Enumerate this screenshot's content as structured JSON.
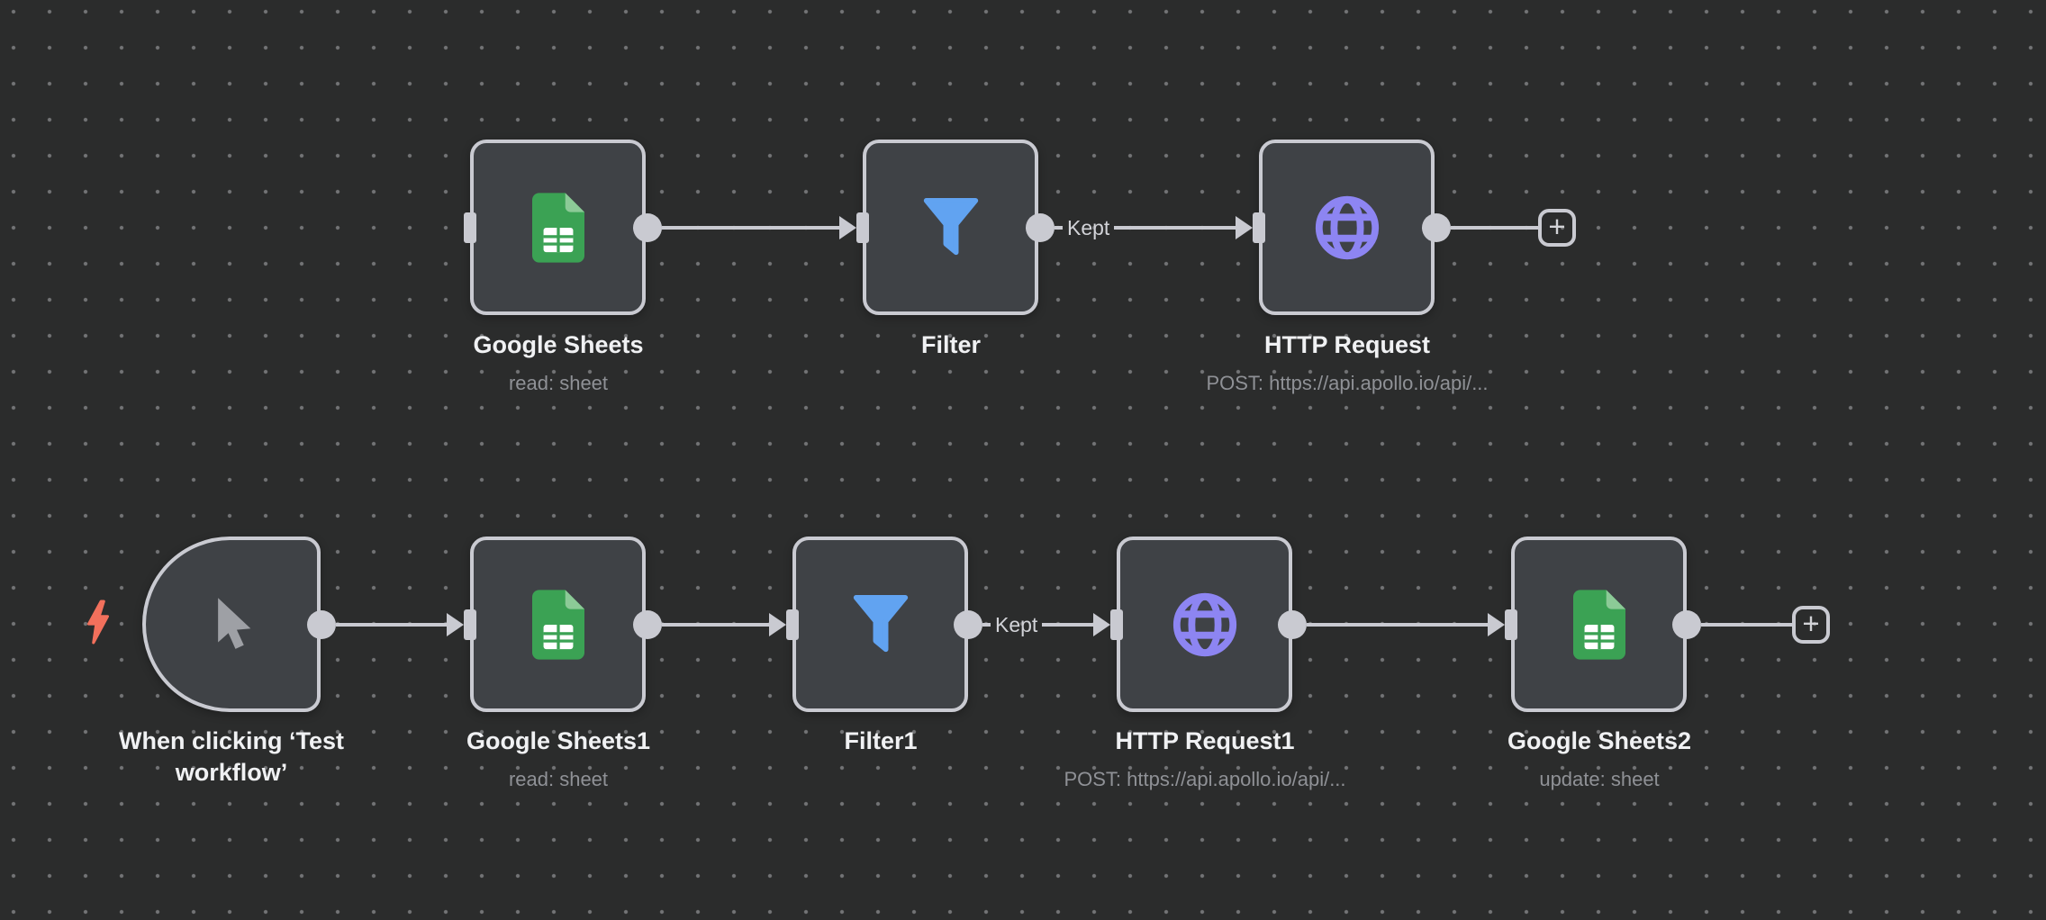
{
  "app": "n8n-workflow-canvas",
  "canvas": {
    "background_color": "#2b2c2c",
    "grid_dot_color": "#737476",
    "node_fill": "#3f4246",
    "node_border_color": "#c9cad1",
    "title_color": "#f0f1f3",
    "subtitle_color": "#8f9196"
  },
  "icon_colors": {
    "google_sheets_green": "#3ba254",
    "google_sheets_fold": "#8cca97",
    "filter_blue": "#61a3f1",
    "globe_purple": "#8d85f2",
    "cursor_gray": "#9ea0a5",
    "lightning_coral": "#f2705c"
  },
  "ui": {
    "add_node_plus": "+"
  },
  "nodes": {
    "google_sheets": {
      "label": "Google Sheets",
      "sublabel": "read: sheet"
    },
    "filter": {
      "label": "Filter"
    },
    "http_request": {
      "label": "HTTP Request",
      "sublabel": "POST: https://api.apollo.io/api/..."
    },
    "manual_trigger": {
      "label": "When clicking ‘Test workflow’"
    },
    "google_sheets1": {
      "label": "Google Sheets1",
      "sublabel": "read: sheet"
    },
    "filter1": {
      "label": "Filter1"
    },
    "http_request1": {
      "label": "HTTP Request1",
      "sublabel": "POST: https://api.apollo.io/api/..."
    },
    "google_sheets2": {
      "label": "Google Sheets2",
      "sublabel": "update: sheet"
    }
  },
  "connections": {
    "filter_to_http": {
      "label": "Kept"
    },
    "filter1_to_http1": {
      "label": "Kept"
    }
  }
}
